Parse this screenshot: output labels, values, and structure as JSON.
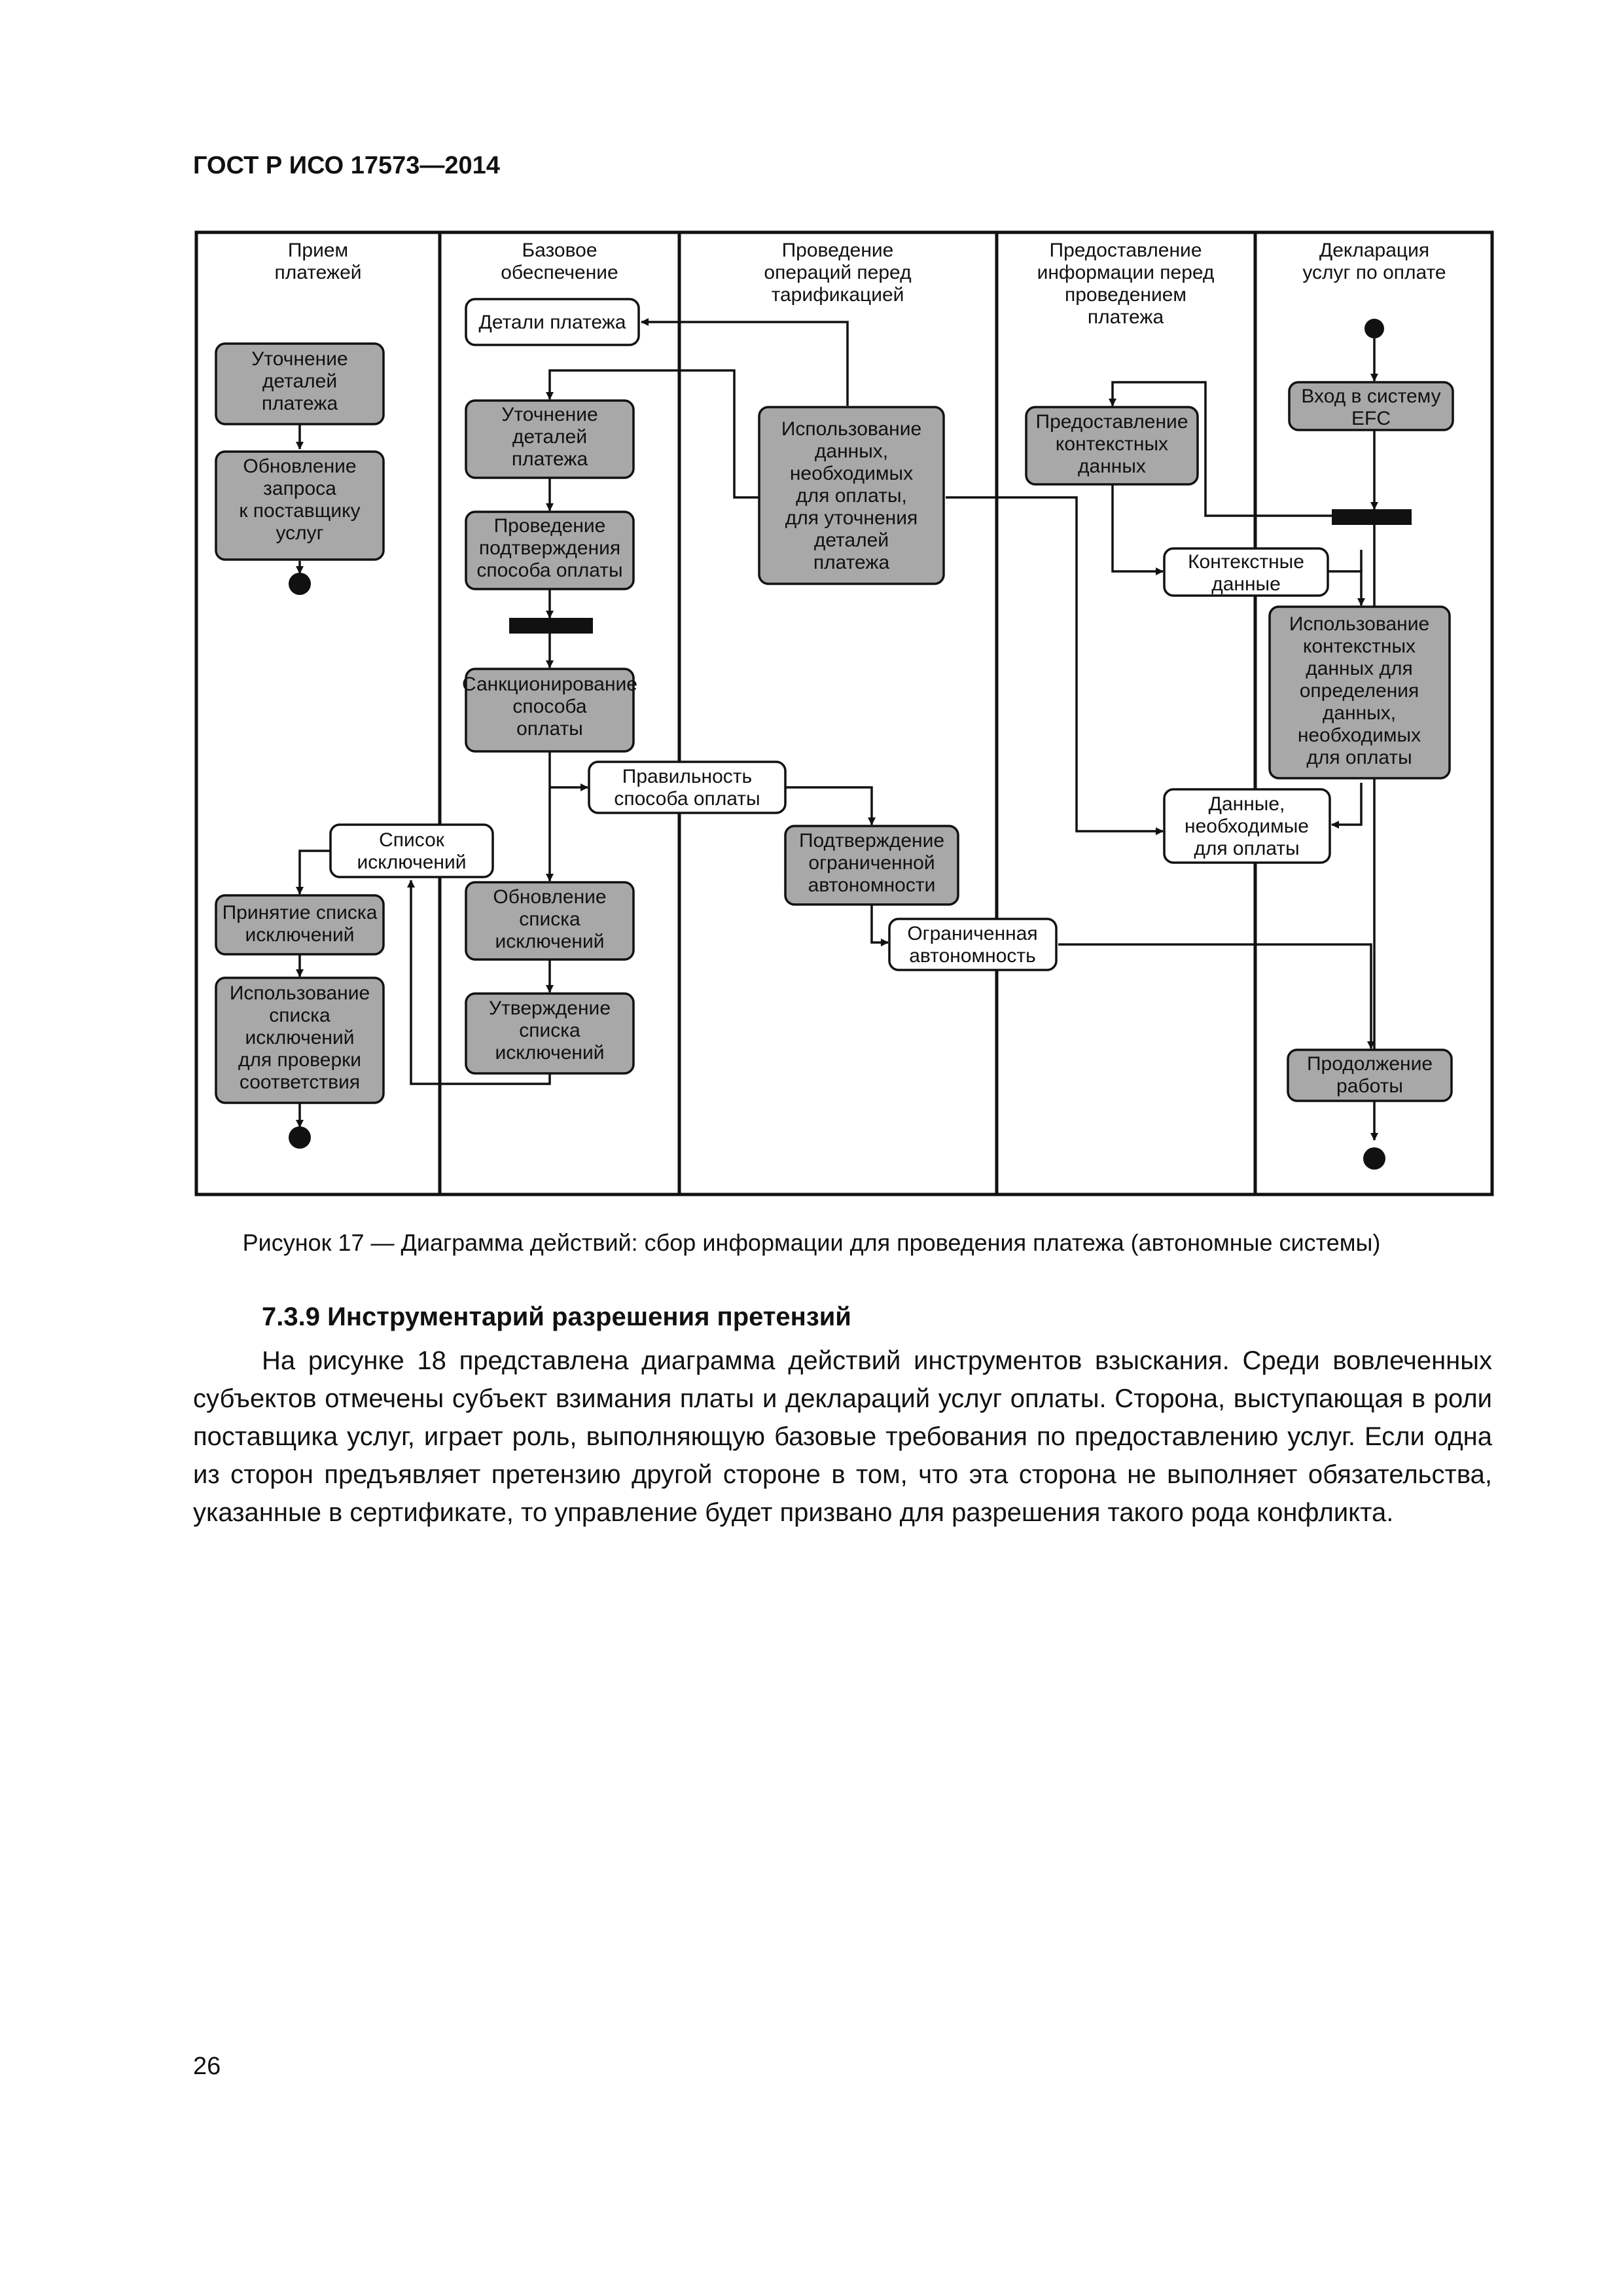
{
  "document": {
    "header": "ГОСТ Р ИСО 17573—2014",
    "caption": "Рисунок 17 — Диаграмма действий: сбор информации для проведения платежа (автономные системы)",
    "section_heading": "7.3.9 Инструментарий разрешения претензий",
    "body_text": "На рисунке 18 представлена диаграмма действий инструментов взыскания. Среди вовлеченных субъектов отмечены субъект взимания платы и деклараций услуг оплаты. Сторона, выступающая в роли поставщика услуг, играет роль, выполняющую базовые требования по предоставлению услуг. Если одна из сторон предъявляет претензию другой стороне в том, что эта сторона не выполняет обязательства, указанные в сертификате, то управление будет призвано для разрешения такого рода конфликта.",
    "page_number": "26"
  },
  "diagram": {
    "lanes": [
      {
        "id": "payment-reception",
        "label": [
          "Прием",
          "платежей"
        ]
      },
      {
        "id": "basic-provision",
        "label": [
          "Базовое",
          "обеспечение"
        ]
      },
      {
        "id": "pre-tariff-operations",
        "label": [
          "Проведение",
          "операций перед",
          "тарификацией"
        ]
      },
      {
        "id": "pre-payment-info",
        "label": [
          "Предоставление",
          "информации перед",
          "проведением",
          "платежа"
        ]
      },
      {
        "id": "service-declaration",
        "label": [
          "Декларация",
          "услуг по оплате"
        ]
      }
    ],
    "activities": [
      {
        "id": "refine-payment-details-1",
        "lines": [
          "Уточнение",
          "деталей",
          "платежа"
        ]
      },
      {
        "id": "update-request",
        "lines": [
          "Обновление",
          "запроса",
          "к поставщику",
          "услуг"
        ]
      },
      {
        "id": "refine-payment-details-2",
        "lines": [
          "Уточнение",
          "деталей",
          "платежа"
        ]
      },
      {
        "id": "confirm-payment-method",
        "lines": [
          "Проведение",
          "подтверждения",
          "способа оплаты"
        ]
      },
      {
        "id": "authorize-payment-method",
        "lines": [
          "Санкционирование",
          "способа",
          "оплаты"
        ]
      },
      {
        "id": "accept-exception-list",
        "lines": [
          "Принятие списка",
          "исключений"
        ]
      },
      {
        "id": "use-exception-list",
        "lines": [
          "Использование",
          "списка",
          "исключений",
          "для проверки",
          "соответствия"
        ]
      },
      {
        "id": "update-exception-list",
        "lines": [
          "Обновление",
          "списка",
          "исключений"
        ]
      },
      {
        "id": "approve-exception-list",
        "lines": [
          "Утверждение",
          "списка",
          "исключений"
        ]
      },
      {
        "id": "use-required-data",
        "lines": [
          "Использование",
          "данных,",
          "необходимых",
          "для оплаты,",
          "для уточнения",
          "деталей",
          "платежа"
        ]
      },
      {
        "id": "confirm-limited-autonomy",
        "lines": [
          "Подтверждение",
          "ограниченной",
          "автономности"
        ]
      },
      {
        "id": "provide-context-data",
        "lines": [
          "Предоставление",
          "контекстных",
          "данных"
        ]
      },
      {
        "id": "efc-login",
        "lines": [
          "Вход в систему",
          "EFC"
        ]
      },
      {
        "id": "use-context-data",
        "lines": [
          "Использование",
          "контекстных",
          "данных для",
          "определения",
          "данных,",
          "необходимых",
          "для оплаты"
        ]
      },
      {
        "id": "continue-work",
        "lines": [
          "Продолжение",
          "работы"
        ]
      }
    ],
    "objects": [
      {
        "id": "payment-details",
        "lines": [
          "Детали платежа"
        ]
      },
      {
        "id": "exception-list",
        "lines": [
          "Список",
          "исключений"
        ]
      },
      {
        "id": "payment-method-validity",
        "lines": [
          "Правильность",
          "способа оплаты"
        ]
      },
      {
        "id": "limited-autonomy",
        "lines": [
          "Ограниченная",
          "автономность"
        ]
      },
      {
        "id": "context-data",
        "lines": [
          "Контекстные",
          "данные"
        ]
      },
      {
        "id": "required-payment-data",
        "lines": [
          "Данные,",
          "необходимые",
          "для оплаты"
        ]
      }
    ],
    "colors": {
      "activity_fill": "#a8a8a8",
      "object_fill": "#ffffff",
      "line": "#111111"
    }
  }
}
